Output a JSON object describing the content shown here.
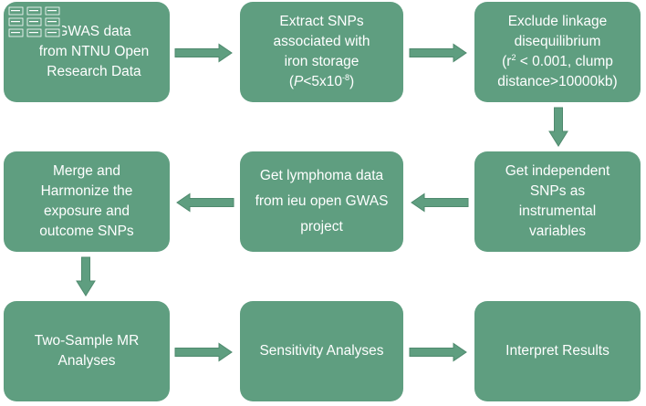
{
  "colors": {
    "box": "#5f9e80",
    "arrow": "#5f9e80",
    "text": "#ffffff"
  },
  "boxes": {
    "b1": {
      "lines": [
        "GWAS data",
        "from NTNU Open",
        "Research Data"
      ]
    },
    "b2": {
      "lines": [
        "Extract SNPs",
        "associated with",
        "iron storage"
      ],
      "p_value": {
        "italic": "P",
        "base": "<5x10",
        "exp": "-8",
        "open": "(",
        "close": ")"
      }
    },
    "b3": {
      "line1": "Exclude linkage",
      "line2": "disequilibrium",
      "line3": {
        "open": "(r",
        "exp": "2",
        "rest": " < 0.001, clump"
      },
      "line4": "distance>10000kb)"
    },
    "b4": {
      "lines": [
        "Get independent",
        "SNPs as",
        "instrumental",
        "variables"
      ]
    },
    "b5": {
      "lines": [
        "Get lymphoma data",
        "from ieu open GWAS",
        "project"
      ]
    },
    "b6": {
      "lines": [
        "Merge and",
        "Harmonize the",
        "exposure and",
        "outcome SNPs"
      ]
    },
    "b7": {
      "lines": [
        "Two-Sample MR",
        "Analyses"
      ]
    },
    "b8": {
      "lines": [
        "Sensitivity Analyses"
      ]
    },
    "b9": {
      "lines": [
        "Interpret Results"
      ]
    }
  }
}
